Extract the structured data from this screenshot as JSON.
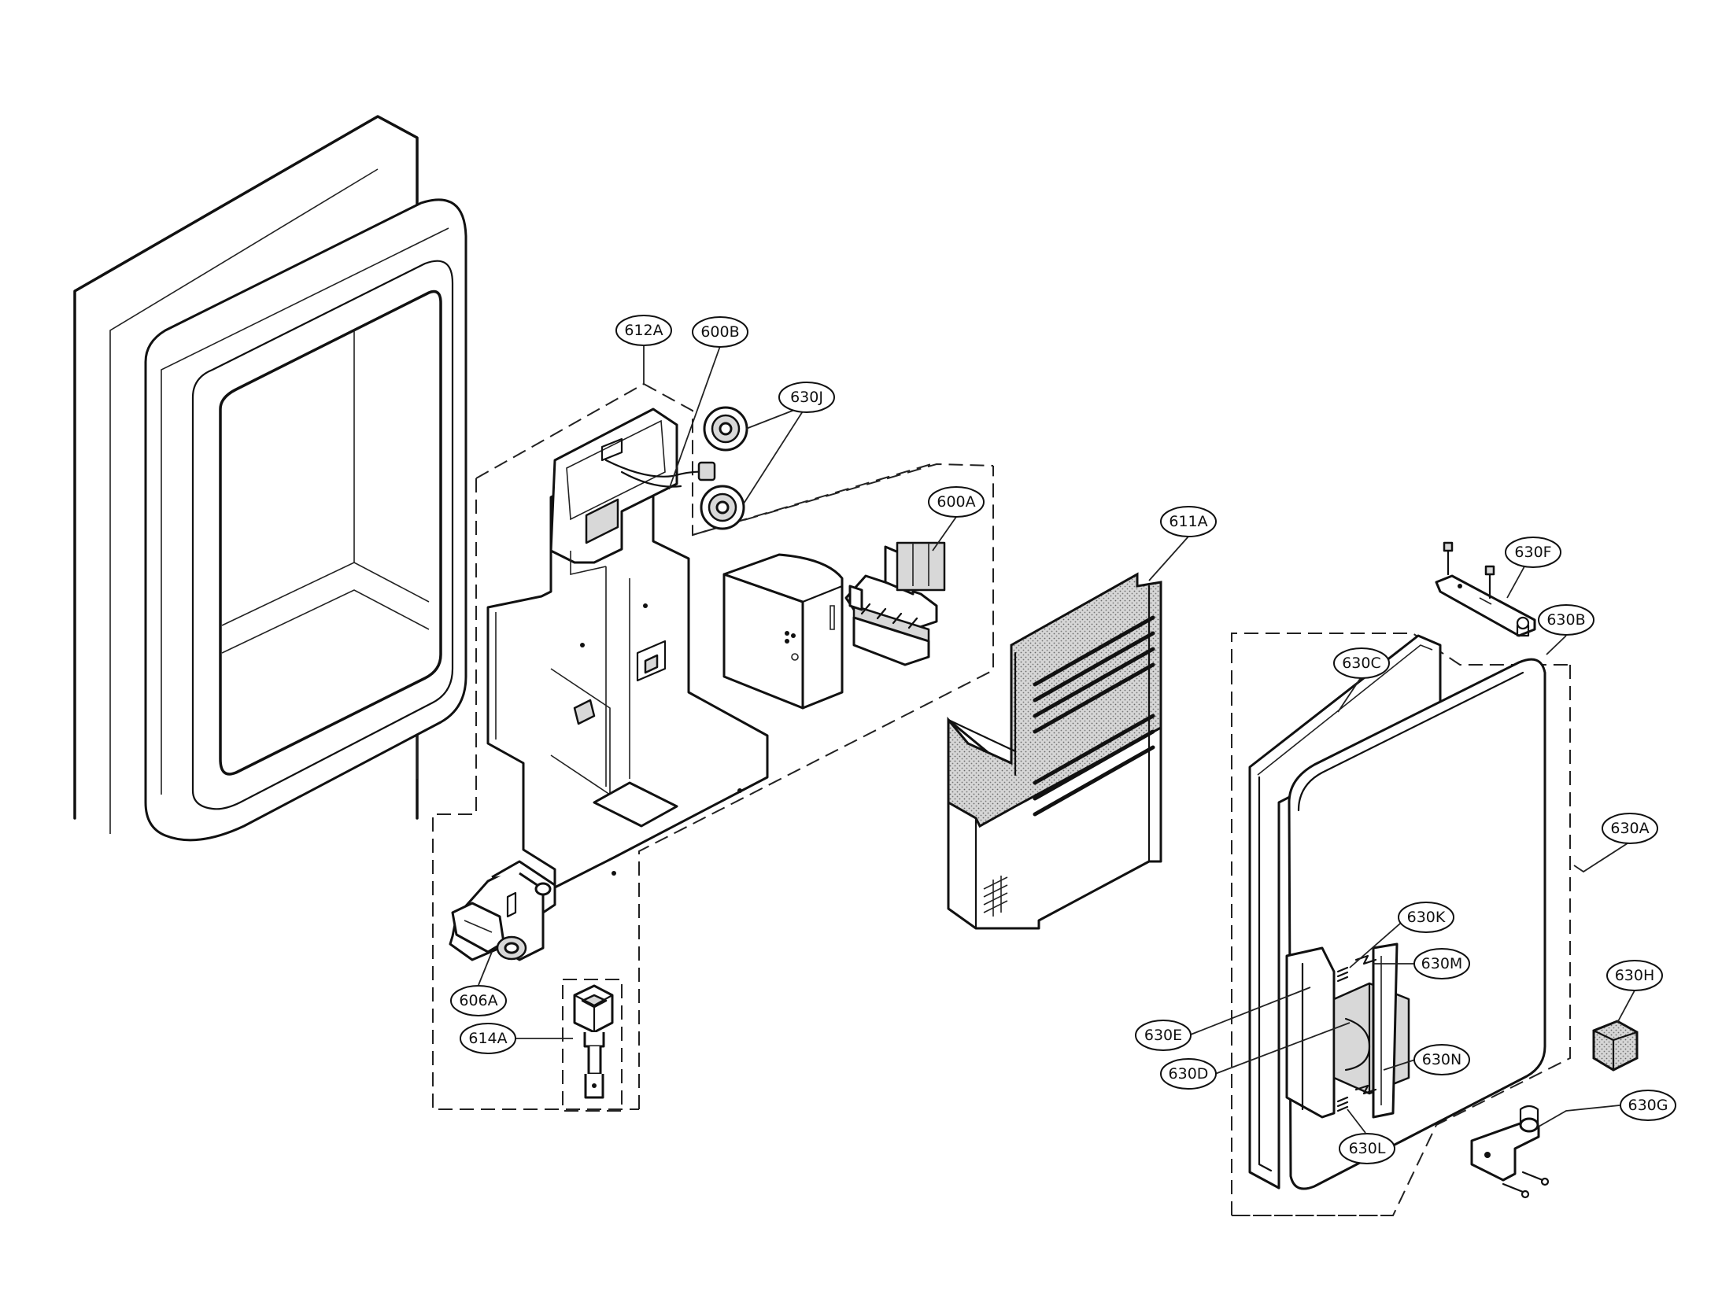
{
  "labels": [
    {
      "id": "612A",
      "text": "612A"
    },
    {
      "id": "600B",
      "text": "600B"
    },
    {
      "id": "630J",
      "text": "630J"
    },
    {
      "id": "600A",
      "text": "600A"
    },
    {
      "id": "611A",
      "text": "611A"
    },
    {
      "id": "630F",
      "text": "630F"
    },
    {
      "id": "630B",
      "text": "630B"
    },
    {
      "id": "630C",
      "text": "630C"
    },
    {
      "id": "630A",
      "text": "630A"
    },
    {
      "id": "630K",
      "text": "630K"
    },
    {
      "id": "630M",
      "text": "630M"
    },
    {
      "id": "630H",
      "text": "630H"
    },
    {
      "id": "630E",
      "text": "630E"
    },
    {
      "id": "630D",
      "text": "630D"
    },
    {
      "id": "630N",
      "text": "630N"
    },
    {
      "id": "630G",
      "text": "630G"
    },
    {
      "id": "630L",
      "text": "630L"
    },
    {
      "id": "606A",
      "text": "606A"
    },
    {
      "id": "614A",
      "text": "614A"
    }
  ]
}
